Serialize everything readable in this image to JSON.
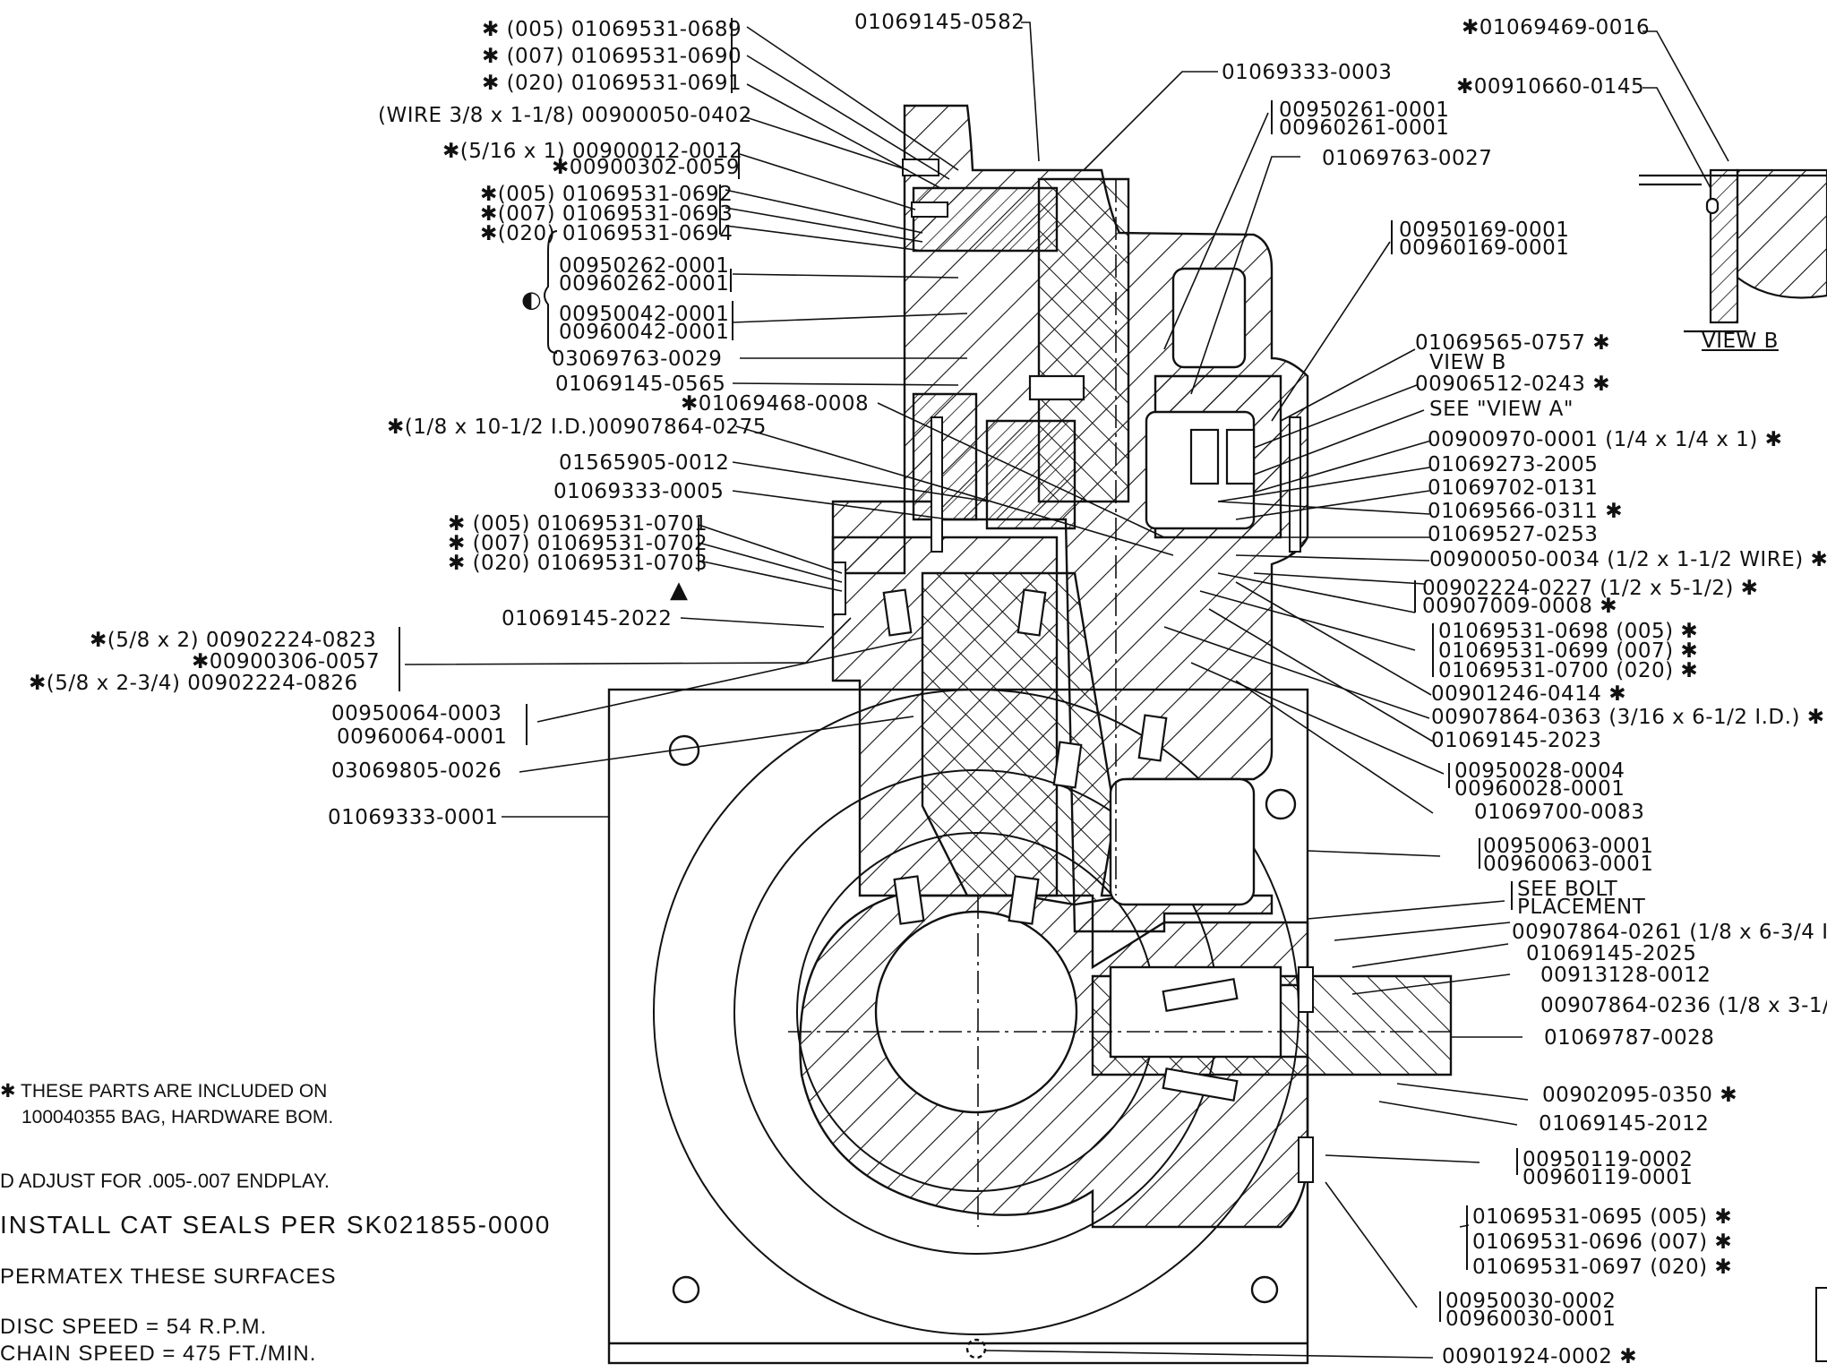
{
  "left_labels": [
    {
      "id": "l1a",
      "text": "✱ (005) 01069531-0689"
    },
    {
      "id": "l1b",
      "text": "✱ (007) 01069531-0690"
    },
    {
      "id": "l1c",
      "text": "✱ (020) 01069531-0691"
    },
    {
      "id": "l2",
      "text": "(WIRE 3/8 x 1-1/8) 00900050-0402"
    },
    {
      "id": "l3a",
      "text": "✱(5/16 x 1) 00900012-0012"
    },
    {
      "id": "l3b",
      "text": "✱00900302-0059"
    },
    {
      "id": "l4a",
      "text": "✱(005) 01069531-0692"
    },
    {
      "id": "l4b",
      "text": "✱(007) 01069531-0693"
    },
    {
      "id": "l4c",
      "text": "✱(020) 01069531-0694"
    },
    {
      "id": "l5a",
      "text": "00950262-0001"
    },
    {
      "id": "l5b",
      "text": "00960262-0001"
    },
    {
      "id": "l6a",
      "text": "00950042-0001"
    },
    {
      "id": "l6b",
      "text": "00960042-0001"
    },
    {
      "id": "l7",
      "text": "03069763-0029"
    },
    {
      "id": "l8",
      "text": "01069145-0565"
    },
    {
      "id": "l9",
      "text": "✱01069468-0008"
    },
    {
      "id": "l10",
      "text": "✱(1/8 x 10-1/2 I.D.)00907864-0275"
    },
    {
      "id": "l11",
      "text": "01565905-0012"
    },
    {
      "id": "l12",
      "text": "01069333-0005"
    },
    {
      "id": "l13a",
      "text": "✱ (005) 01069531-0701"
    },
    {
      "id": "l13b",
      "text": "✱ (007) 01069531-0702"
    },
    {
      "id": "l13c",
      "text": "✱ (020) 01069531-0703"
    },
    {
      "id": "l14",
      "text": "01069145-2022"
    },
    {
      "id": "l15a",
      "text": "✱(5/8 x 2) 00902224-0823"
    },
    {
      "id": "l15b",
      "text": "✱00900306-0057"
    },
    {
      "id": "l15c",
      "text": "✱(5/8 x 2-3/4) 00902224-0826"
    },
    {
      "id": "l16a",
      "text": "00950064-0003"
    },
    {
      "id": "l16b",
      "text": "00960064-0001"
    },
    {
      "id": "l17",
      "text": "03069805-0026"
    },
    {
      "id": "l18",
      "text": "01069333-0001"
    }
  ],
  "top_labels": [
    {
      "id": "t1",
      "text": "01069145-0582"
    },
    {
      "id": "t2",
      "text": "01069333-0003"
    },
    {
      "id": "t3a",
      "text": "00950261-0001"
    },
    {
      "id": "t3b",
      "text": "00960261-0001"
    },
    {
      "id": "t4",
      "text": "01069763-0027"
    },
    {
      "id": "t5a",
      "text": "00950169-0001"
    },
    {
      "id": "t5b",
      "text": "00960169-0001"
    },
    {
      "id": "t6",
      "text": "✱01069469-0016"
    },
    {
      "id": "t7",
      "text": "✱00910660-0145"
    }
  ],
  "right_labels": [
    {
      "id": "r1",
      "text": "01069565-0757 ✱"
    },
    {
      "id": "r2",
      "text": "VIEW B"
    },
    {
      "id": "r3",
      "text": "00906512-0243 ✱"
    },
    {
      "id": "r4",
      "text": "SEE \"VIEW A\""
    },
    {
      "id": "r5",
      "text": "00900970-0001 (1/4 x 1/4 x 1) ✱"
    },
    {
      "id": "r6",
      "text": "01069273-2005"
    },
    {
      "id": "r7",
      "text": "01069702-0131"
    },
    {
      "id": "r8",
      "text": "01069566-0311 ✱"
    },
    {
      "id": "r9",
      "text": "01069527-0253"
    },
    {
      "id": "r10",
      "text": "00900050-0034 (1/2 x 1-1/2 WIRE) ✱"
    },
    {
      "id": "r11a",
      "text": "00902224-0227 (1/2 x 5-1/2) ✱"
    },
    {
      "id": "r11b",
      "text": "00907009-0008 ✱"
    },
    {
      "id": "r12a",
      "text": "01069531-0698 (005) ✱"
    },
    {
      "id": "r12b",
      "text": "01069531-0699 (007) ✱"
    },
    {
      "id": "r12c",
      "text": "01069531-0700 (020) ✱"
    },
    {
      "id": "r13",
      "text": "00901246-0414 ✱"
    },
    {
      "id": "r14",
      "text": "00907864-0363 (3/16 x 6-1/2 I.D.) ✱"
    },
    {
      "id": "r15",
      "text": "01069145-2023"
    },
    {
      "id": "r16a",
      "text": "00950028-0004"
    },
    {
      "id": "r16b",
      "text": "00960028-0001"
    },
    {
      "id": "r17",
      "text": "01069700-0083"
    },
    {
      "id": "r18a",
      "text": "00950063-0001"
    },
    {
      "id": "r18b",
      "text": "00960063-0001"
    },
    {
      "id": "r19a",
      "text": "SEE BOLT"
    },
    {
      "id": "r19b",
      "text": "PLACEMENT"
    },
    {
      "id": "r20",
      "text": "00907864-0261 (1/8 x 6-3/4 I."
    },
    {
      "id": "r21",
      "text": "01069145-2025"
    },
    {
      "id": "r22",
      "text": "00913128-0012"
    },
    {
      "id": "r23",
      "text": "00907864-0236 (1/8 x 3-1/"
    },
    {
      "id": "r24",
      "text": "01069787-0028"
    },
    {
      "id": "r25",
      "text": "00902095-0350 ✱"
    },
    {
      "id": "r26",
      "text": "01069145-2012"
    },
    {
      "id": "r27a",
      "text": "00950119-0002"
    },
    {
      "id": "r27b",
      "text": "00960119-0001"
    },
    {
      "id": "r28a",
      "text": "01069531-0695 (005) ✱"
    },
    {
      "id": "r28b",
      "text": "01069531-0696 (007) ✱"
    },
    {
      "id": "r28c",
      "text": "01069531-0697 (020) ✱"
    },
    {
      "id": "r29a",
      "text": "00950030-0002"
    },
    {
      "id": "r29b",
      "text": "00960030-0001"
    },
    {
      "id": "r30",
      "text": "00901924-0002 ✱"
    }
  ],
  "view_b_label": "VIEW B",
  "notes": {
    "note1_line1": "✱ THESE PARTS ARE INCLUDED ON",
    "note1_line2": "100040355 BAG, HARDWARE BOM.",
    "note2": "D ADJUST FOR .005-.007 ENDPLAY.",
    "note3": "INSTALL CAT SEALS PER SK021855-0000",
    "note4": "PERMATEX THESE SURFACES",
    "note5": "DISC SPEED = 54 R.P.M.",
    "note6": "CHAIN SPEED = 475 FT./MIN."
  },
  "symbols": {
    "half_circle": "◐",
    "triangle": "▲"
  }
}
